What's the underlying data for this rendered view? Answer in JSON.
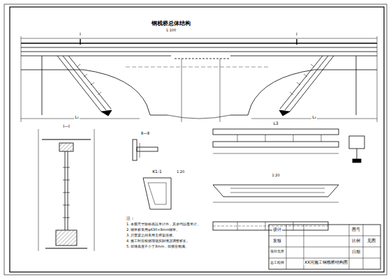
{
  "diagram": {
    "title": "钢栈桥总体结构",
    "labels": [
      "1:100",
      "Ⅰ",
      "Ⅰ",
      "L₁",
      "L₂",
      "Ⅰ—Ⅰ",
      "Ⅱ—Ⅱ",
      "K1-1",
      "1:20",
      "L3",
      "1:20",
      "注：",
      "1. 本图尺寸除标高以米计外，其余均以毫米计。",
      "2. 钢管桩采用φ630×8mm钢管。",
      "3. 贝雷梁之间采用支撑架连接。",
      "4. 施工时应根据现场实际情况调整桩长。",
      "5. 焊缝高度不小于8mm，焊接应饱满。",
      "设计",
      "复核",
      "项目负责",
      "总工程师",
      "XX河施工钢栈桥结构图",
      "图号",
      "比例",
      "日期",
      "见图"
    ]
  }
}
